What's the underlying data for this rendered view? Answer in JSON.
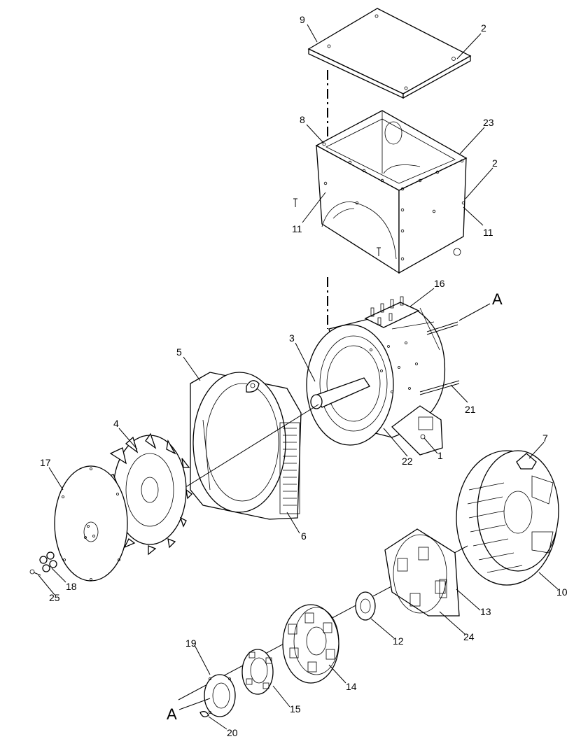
{
  "callouts": {
    "c9": "9",
    "c2a": "2",
    "c8": "8",
    "c23": "23",
    "c2b": "2",
    "c11a": "11",
    "c11b": "11",
    "c16": "16",
    "cA1": "A",
    "c3": "3",
    "c5": "5",
    "c21": "21",
    "c4": "4",
    "c22": "22",
    "c1": "1",
    "c7": "7",
    "c17": "17",
    "c6": "6",
    "c10": "10",
    "c18": "18",
    "c13": "13",
    "c25": "25",
    "c12": "12",
    "c24": "24",
    "c19": "19",
    "c14": "14",
    "c15": "15",
    "cA2": "A",
    "c20": "20"
  }
}
